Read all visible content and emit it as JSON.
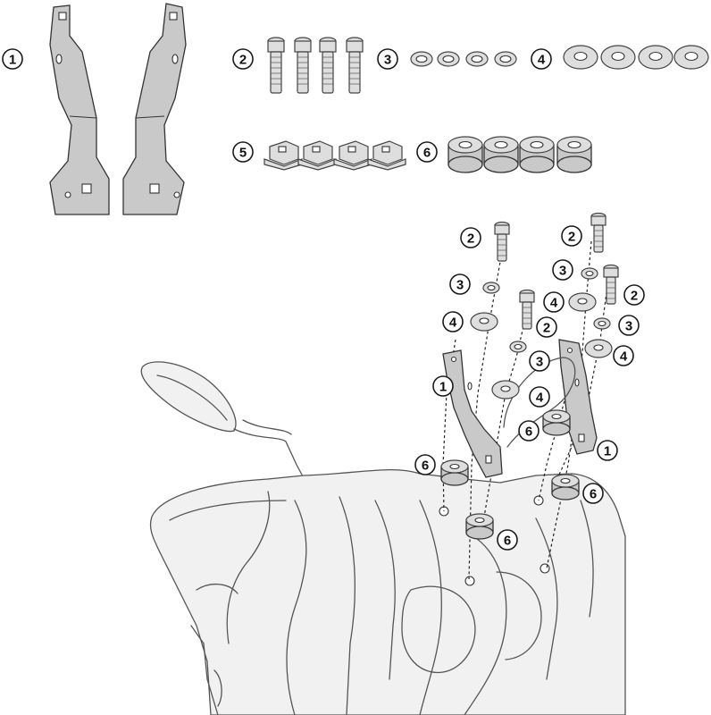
{
  "kit_parts": [
    {
      "number": "1",
      "icon": "bracket-pair-icon"
    },
    {
      "number": "2",
      "icon": "screw-icon",
      "count": 4
    },
    {
      "number": "3",
      "icon": "lock-washer-icon",
      "count": 4
    },
    {
      "number": "4",
      "icon": "flat-washer-icon",
      "count": 4
    },
    {
      "number": "5",
      "icon": "cage-nut-icon",
      "count": 4
    },
    {
      "number": "6",
      "icon": "spacer-icon",
      "count": 4
    }
  ],
  "assembly_callouts": [
    {
      "label": "2"
    },
    {
      "label": "3"
    },
    {
      "label": "4"
    },
    {
      "label": "2"
    },
    {
      "label": "3"
    },
    {
      "label": "1"
    },
    {
      "label": "4"
    },
    {
      "label": "6"
    },
    {
      "label": "6"
    },
    {
      "label": "2"
    },
    {
      "label": "3"
    },
    {
      "label": "4"
    },
    {
      "label": "2"
    },
    {
      "label": "3"
    },
    {
      "label": "4"
    },
    {
      "label": "1"
    },
    {
      "label": "6"
    },
    {
      "label": "6"
    }
  ],
  "colors": {
    "part_fill": "#c9c9c9",
    "outline": "#555555",
    "callout_stroke": "#1a1a1a"
  }
}
